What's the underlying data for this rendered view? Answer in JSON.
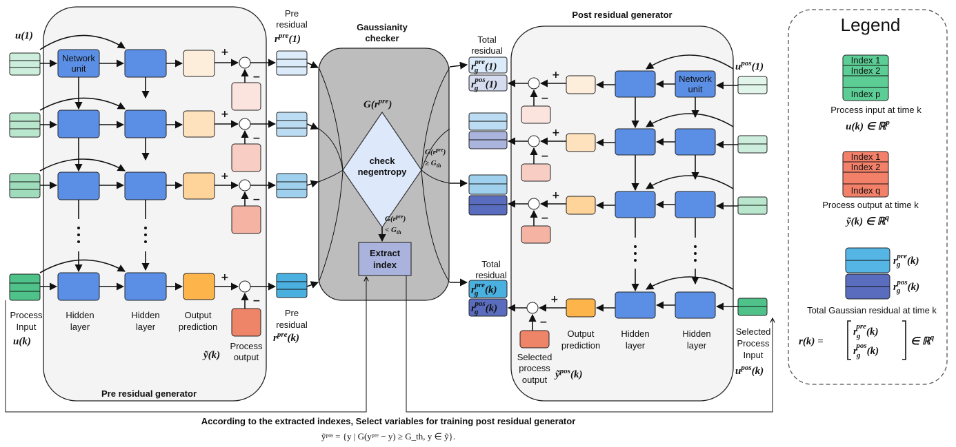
{
  "labels": {
    "pre_group": "Pre residual generator",
    "post_group": "Post residual generator",
    "gauss_checker_line1": "Gaussianity",
    "gauss_checker_line2": "checker",
    "check_line1": "check",
    "check_line2": "negentropy",
    "extract_line1": "Extract",
    "extract_line2": "index",
    "network_unit_line1": "Network",
    "network_unit_line2": "unit",
    "process_input_line1": "Process",
    "process_input_line2": "Input",
    "hidden_line1": "Hidden",
    "hidden_line2": "layer",
    "output_pred_line1": "Output",
    "output_pred_line2": "prediction",
    "process_output_line1": "Process",
    "process_output_line2": "output",
    "pre_residual_line1": "Pre",
    "pre_residual_line2": "residual",
    "total_residual_line1": "Total",
    "total_residual_line2": "residual",
    "selected_output_line1": "Selected",
    "selected_output_line2": "process",
    "selected_output_line3": "output",
    "selected_input_line1": "Selected",
    "selected_input_line2": "Process",
    "selected_input_line3": "Input",
    "bottom_caption": "According to the extracted indexes, Select variables for training post residual generator",
    "bottom_formula": "ỹᵖᵒˢ = {y | G(yᵖʳᵉ − y) ≥ G_th, y ∈ ỹ}."
  },
  "math": {
    "u1": "u(1)",
    "uk": "u(k)",
    "ytilde_k": "ỹ(k)",
    "rpre1": "r",
    "rpre_sup": "pre",
    "one": "(1)",
    "k": "(k)",
    "G_rpre": "G(r",
    "G_rpre_close": ")",
    "cond_ge": "G(r",
    "cond_ge_line2": "≥ G",
    "th": "th",
    "cond_lt_line2": "< G",
    "upos1": "u",
    "pos": "pos",
    "upos_k": "u",
    "ypos_k": "ỹ",
    "rg": "r",
    "g": "g",
    "plus": "+",
    "minus": "−"
  },
  "legend": {
    "title": "Legend",
    "input_index_1": "Index 1",
    "input_index_2": "Index 2",
    "input_index_p": "Index p",
    "input_caption": "Process input at time k",
    "input_eq": "u(k) ∈ ℝ",
    "input_dim": "p",
    "output_index_1": "Index 1",
    "output_index_2": "Index 2",
    "output_index_q": "Index q",
    "output_caption": "Process output at time k",
    "output_eq": "ỹ(k) ∈ ℝ",
    "output_dim": "q",
    "residual_caption": "Total Gaussian residual at time k",
    "residual_eq_lhs": "r(k) =",
    "residual_eq_rhs": "∈ ℝ",
    "residual_dim": "q",
    "rg_pre_k": "r",
    "rg_pos_k": "r"
  },
  "colors": {
    "input_green": "#cdeedd",
    "input_green_dark": "#4fc28a",
    "network_blue": "#5b8fe6",
    "output_light1": "#fdeedb",
    "output_light2": "#fde2bd",
    "output_light3": "#fed49a",
    "output_strong": "#fdb44a",
    "proc_out_1": "#fbe3de",
    "proc_out_2": "#f8cdc4",
    "proc_out_3": "#f5b3a4",
    "proc_out_strong": "#ee8468",
    "res_1": "#dcebf9",
    "res_2": "#bcdcf3",
    "res_3": "#9fd0ee",
    "res_strong": "#4ab0e0",
    "pos_1": "#d6dcef",
    "pos_2": "#aab4dc",
    "pos_strong": "#5a6cbd",
    "checker_gray": "#bdbdbd",
    "diamond_fill": "#dde8fb",
    "extract_fill": "#a9b3dd",
    "legend_green": "#5ccd94",
    "legend_red": "#f38069",
    "legend_res_top": "#55b5e4",
    "legend_res_bot": "#5a6cbd"
  }
}
